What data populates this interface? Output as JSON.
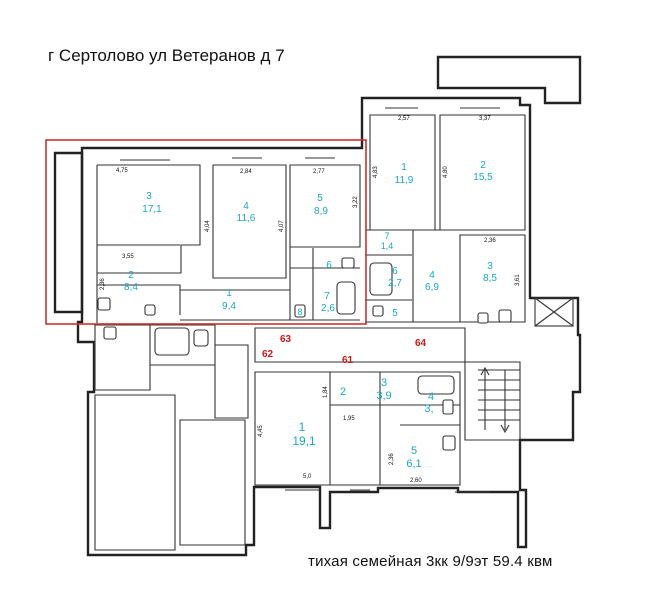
{
  "header": {
    "address": "г Сертолово ул Ветеранов  д 7"
  },
  "footer": {
    "summary": "тихая семейная  3кк   9/9эт   59.4 квм"
  },
  "selected_apartment": {
    "rooms": [
      {
        "num": "3",
        "area": "17,1"
      },
      {
        "num": "4",
        "area": "11,6"
      },
      {
        "num": "5",
        "area": "8,9"
      },
      {
        "num": "2",
        "area": "8,4"
      },
      {
        "num": "1",
        "area": "9,4"
      },
      {
        "num": "6",
        "area": ""
      },
      {
        "num": "7",
        "area": "2,6"
      },
      {
        "num": "8",
        "area": ""
      }
    ],
    "dims": [
      "4,75",
      "2,84",
      "2,77",
      "3,55",
      "4,04",
      "4,07",
      "3,22",
      "2,36"
    ]
  },
  "right_apartment": {
    "rooms": [
      {
        "num": "1",
        "area": "11,9"
      },
      {
        "num": "2",
        "area": "15,5"
      },
      {
        "num": "7",
        "area": "1,4"
      },
      {
        "num": "6",
        "area": "2,7"
      },
      {
        "num": "4",
        "area": "6,9"
      },
      {
        "num": "3",
        "area": "8,5"
      },
      {
        "num": "5",
        "area": ""
      }
    ],
    "dims": [
      "2,57",
      "3,37",
      "4,83",
      "4,80",
      "2,36",
      "3,61"
    ]
  },
  "lower_apartment": {
    "rooms": [
      {
        "num": "1",
        "area": "19,1"
      },
      {
        "num": "2",
        "area": ""
      },
      {
        "num": "3",
        "area": "3,9"
      },
      {
        "num": "4",
        "area": "3,"
      },
      {
        "num": "5",
        "area": "6,1"
      }
    ],
    "dims": [
      "1,84",
      "1,95",
      "4,45",
      "5,0",
      "2,36",
      "2,60"
    ]
  },
  "apartment_numbers": [
    "63",
    "62",
    "61",
    "64"
  ]
}
